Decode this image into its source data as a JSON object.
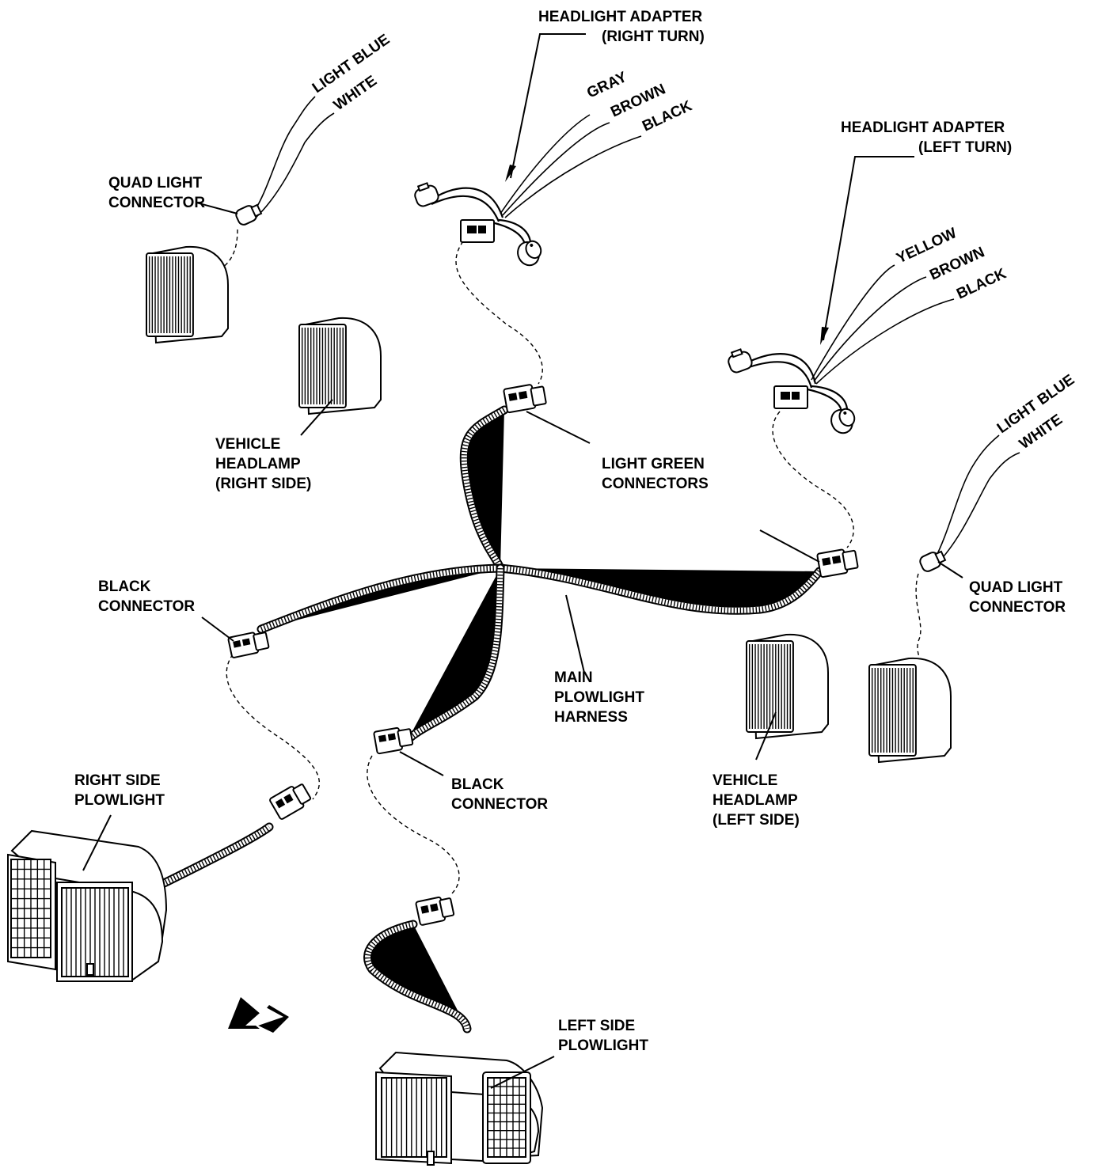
{
  "labels": {
    "adapter_right_l1": "HEADLIGHT ADAPTER",
    "adapter_right_l2": "(RIGHT TURN)",
    "adapter_left_l1": "HEADLIGHT ADAPTER",
    "adapter_left_l2": "(LEFT TURN)",
    "wire_gray": "GRAY",
    "wire_brown_r": "BROWN",
    "wire_black_r": "BLACK",
    "wire_yellow": "YELLOW",
    "wire_brown_l": "BROWN",
    "wire_black_l": "BLACK",
    "light_blue_r": "LIGHT BLUE",
    "white_r": "WHITE",
    "light_blue_l": "LIGHT BLUE",
    "white_l": "WHITE",
    "quad_r_l1": "QUAD LIGHT",
    "quad_r_l2": "CONNECTOR",
    "quad_l_l1": "QUAD LIGHT",
    "quad_l_l2": "CONNECTOR",
    "veh_right_l1": "VEHICLE",
    "veh_right_l2": "HEADLAMP",
    "veh_right_l3": "(RIGHT SIDE)",
    "veh_left_l1": "VEHICLE",
    "veh_left_l2": "HEADLAMP",
    "veh_left_l3": "(LEFT SIDE)",
    "green_l1": "LIGHT GREEN",
    "green_l2": "CONNECTORS",
    "black_a_l1": "BLACK",
    "black_a_l2": "CONNECTOR",
    "black_b_l1": "BLACK",
    "black_b_l2": "CONNECTOR",
    "main_l1": "MAIN",
    "main_l2": "PLOWLIGHT",
    "main_l3": "HARNESS",
    "rsp_l1": "RIGHT SIDE",
    "rsp_l2": "PLOWLIGHT",
    "lsp_l1": "LEFT SIDE",
    "lsp_l2": "PLOWLIGHT"
  }
}
